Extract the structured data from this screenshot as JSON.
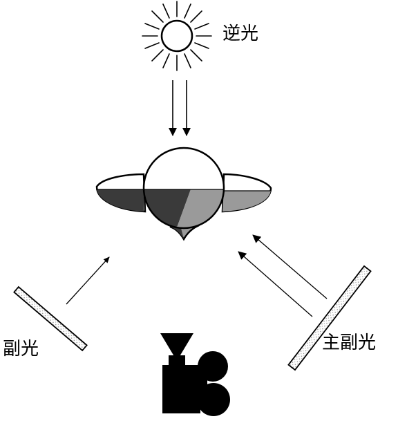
{
  "labels": {
    "back_light": "逆光",
    "fill_light": "副光",
    "key_fill_light": "主副光"
  },
  "colors": {
    "line": "#000000",
    "dark_shade": "#3a3a3a",
    "mid_shade": "#9a9a9a",
    "board_dots": "#8a8a8a",
    "background": "#ffffff"
  },
  "icons": [
    "sun-icon",
    "subject-head-icon",
    "reflector-board-icon",
    "camera-icon",
    "arrow-icon"
  ]
}
